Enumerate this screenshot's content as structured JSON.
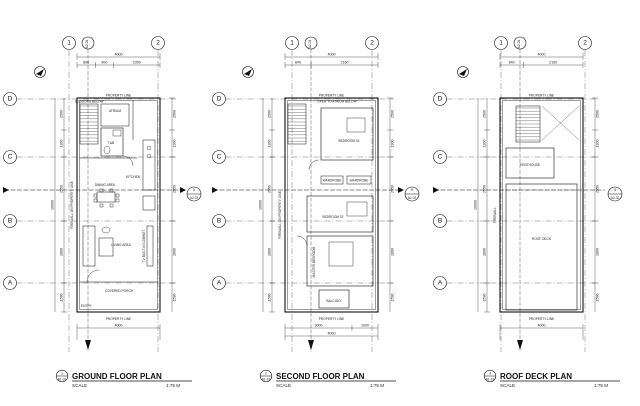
{
  "plans": [
    {
      "key": "ground",
      "number": "1",
      "sheet_ref": "A1-01",
      "title": "GROUND FLOOR PLAN",
      "scale_label": "SCALE",
      "scale": "1:75 M",
      "rooms": [
        "STAIRS",
        "ATRIUM",
        "T&B",
        "DINING AREA",
        "KITCHEN",
        "LIVING AREA",
        "COVERED PORCH"
      ],
      "notes": [
        "SCISSORS BELOW",
        "PROPERTY LINE",
        "FIREWALL ON PROPERTY LINE",
        "ENTRY",
        "TV BUILT-IN CABINET"
      ]
    },
    {
      "key": "second",
      "number": "2",
      "sheet_ref": "A1-01",
      "title": "SECOND FLOOR PLAN",
      "scale_label": "SCALE",
      "scale": "1:75 M",
      "rooms": [
        "BEDROOM 03",
        "WARDROBE",
        "BEDROOM 02",
        "MASTER BEDROOM",
        "BALCONY"
      ],
      "notes": [
        "OPEN TO ATRIUM BELOW",
        "PROPERTY LINE",
        "FIREWALL ON PROPERTY LINE"
      ]
    },
    {
      "key": "roof",
      "number": "3",
      "sheet_ref": "A1-01",
      "title": "ROOF DECK PLAN",
      "scale_label": "SCALE",
      "scale": "1:75 M",
      "rooms": [
        "PENTHOUSE",
        "ROOF DECK"
      ],
      "notes": [
        "PROPERTY LINE",
        "FIREWALL"
      ]
    }
  ],
  "grid": {
    "columns": [
      "1",
      "2"
    ],
    "rows": [
      "D",
      "C",
      "B",
      "A"
    ],
    "column_bubble_ref": "A2-01",
    "section_ref": {
      "number": "5",
      "sheet": "A2-02"
    }
  },
  "dimensions": {
    "overall_width": "4000",
    "ground_top": [
      "800",
      "900",
      "2300"
    ],
    "second_top": [
      "840",
      "2160"
    ],
    "roof_top": [
      "840",
      "2160"
    ],
    "ground_bottom": [
      "4000"
    ],
    "second_bottom": [
      "3000",
      "1000"
    ],
    "roof_bottom": [
      "4000"
    ],
    "overall_depth": "10000",
    "left_segments": [
      "1590",
      "2890",
      "2550",
      "1300",
      "2500"
    ],
    "right_segments": [
      "2500",
      "1300",
      "2550",
      "2890",
      "1590"
    ]
  }
}
